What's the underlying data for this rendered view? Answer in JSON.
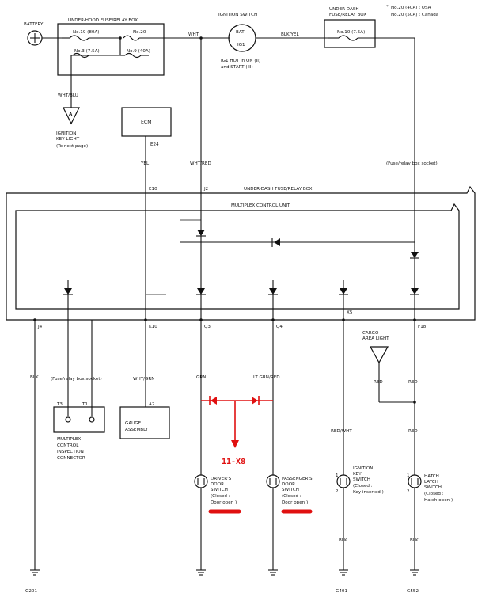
{
  "footnote": {
    "line1": "No.20 (40A) : USA",
    "line2": "No.20 (50A) : Canada",
    "star": "*"
  },
  "battery": {
    "label": "BATTERY"
  },
  "underhood": {
    "title": "UNDER-HOOD FUSE/RELAY BOX",
    "fuse19": "No.19 (80A)",
    "fuse20": "No.20",
    "fuse3": "No.3 (7.5A)",
    "fuse9": "No.9 (40A)"
  },
  "ignition": {
    "title": "IGNITION SWITCH",
    "bat": "BAT",
    "ig1": "IG1",
    "note1": "IG1 HOT in ON (II)",
    "note2": "and START (III)"
  },
  "underdash_top": {
    "title1": "UNDER-DASH",
    "title2": "FUSE/RELAY BOX",
    "fuse10": "No.10 (7.5A)"
  },
  "wires": {
    "wht": "WHT",
    "blkyel": "BLK/YEL",
    "whtblu": "WHT/BLU",
    "yel": "YEL",
    "whtred": "WHT/RED",
    "blk1": "BLK",
    "whtgrn": "WHT/GRN",
    "grn": "GRN",
    "ltgrnred": "LT GRN/RED",
    "redwht": "RED/WHT",
    "red1": "RED",
    "red2": "RED",
    "blk2": "BLK",
    "blk3": "BLK"
  },
  "keylight": {
    "a": "A",
    "l1": "IGNITION",
    "l2": "KEY LIGHT",
    "l3": "(To next page)"
  },
  "ecm": {
    "label": "ECM",
    "pin": "E24"
  },
  "socket_note": "(Fuse/relay box socket)",
  "underdash_box": {
    "title": "UNDER-DASH FUSE/RELAY BOX",
    "pin_e10": "E10",
    "pin_j2": "J2"
  },
  "mcu": {
    "title": "MULTIPLEX CONTROL UNIT"
  },
  "pins": {
    "j4": "J4",
    "k10": "K10",
    "q3": "Q3",
    "q4": "Q4",
    "x5": "X5",
    "f18": "F18"
  },
  "cargo": {
    "l1": "CARGO",
    "l2": "AREA LIGHT"
  },
  "socket_note2": "(Fuse/relay box socket)",
  "connector": {
    "t3": "T3",
    "t1": "T1",
    "l1": "MULTIPLEX",
    "l2": "CONTROL",
    "l3": "INSPECTION",
    "l4": "CONNECTOR"
  },
  "gauge": {
    "pin": "A2",
    "l1": "GAUGE",
    "l2": "ASSEMBLY"
  },
  "annotation": {
    "label": "11-X8"
  },
  "driver_sw": {
    "l1": "DRIVER'S",
    "l2": "DOOR",
    "l3": "SWITCH",
    "l4": "(Closed :",
    "l5": "Door open )"
  },
  "pass_sw": {
    "l1": "PASSENGER'S",
    "l2": "DOOR",
    "l3": "SWITCH",
    "l4": "(Closed :",
    "l5": "Door open )"
  },
  "ign_key_sw": {
    "l1": "IGNITION",
    "l2": "KEY",
    "l3": "SWITCH",
    "l4": "(Closed :",
    "l5": "Key inserted )",
    "p1": "1",
    "p2": "2"
  },
  "hatch_sw": {
    "l1": "HATCH",
    "l2": "LATCH",
    "l3": "SWITCH",
    "l4": "(Closed :",
    "l5": "Hatch open )",
    "p1": "1",
    "p2": "2"
  },
  "grounds": {
    "g201": "G201",
    "g401": "G401",
    "g552": "G552"
  }
}
